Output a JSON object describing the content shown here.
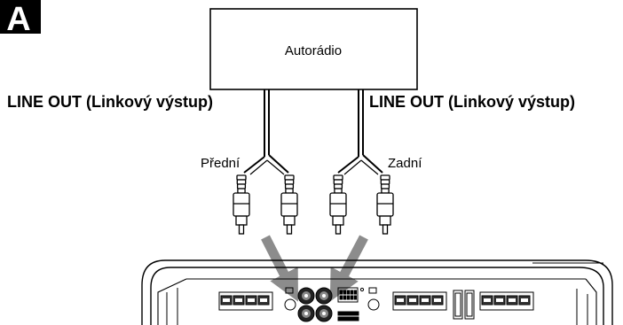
{
  "figure_label": "A",
  "head_unit_label": "Autorádio",
  "line_out_left_label": "LINE OUT (Linkový výstup)",
  "line_out_right_label": "LINE OUT (Linkový výstup)",
  "front_label": "Přední",
  "rear_label": "Zadní",
  "colors": {
    "line": "#000000",
    "arrow": "#8c8c8c",
    "badge": "#000000"
  }
}
